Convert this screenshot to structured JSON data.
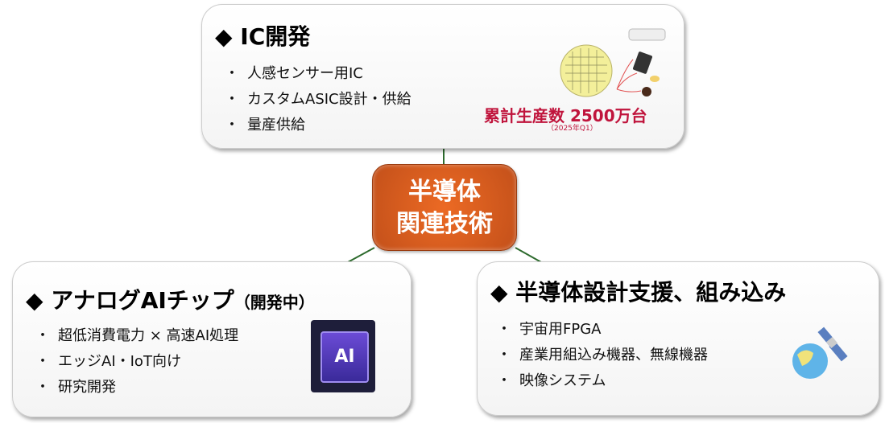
{
  "center": {
    "line1": "半導体",
    "line2": "関連技術"
  },
  "ic": {
    "title": "◆ IC開発",
    "items": [
      "人感センサー用IC",
      "カスタムASIC設計・供給",
      "量産供給"
    ],
    "stat": "累計生産数 2500万台",
    "stat_note": "（2025年Q1）"
  },
  "analog": {
    "title": "◆ アナログAIチップ",
    "title_suffix": "（開発中）",
    "items": [
      "超低消費電力 × 高速AI処理",
      "エッジAI・IoT向け",
      "研究開発"
    ],
    "chip_label": "AI"
  },
  "design": {
    "title": "◆ 半導体設計支援、組み込み",
    "items": [
      "宇宙用FPGA",
      "産業用組込み機器、無線機器",
      "映像システム"
    ]
  },
  "bullet": "・",
  "colors": {
    "accent": "#e8621f",
    "stat": "#c0143c",
    "line": "#2e6b2e"
  }
}
